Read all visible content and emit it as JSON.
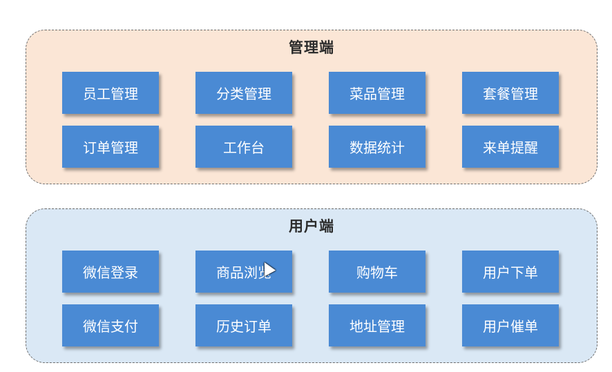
{
  "admin": {
    "title": "管理端",
    "items": [
      "员工管理",
      "分类管理",
      "菜品管理",
      "套餐管理",
      "订单管理",
      "工作台",
      "数据统计",
      "来单提醒"
    ]
  },
  "user": {
    "title": "用户端",
    "items": [
      "微信登录",
      "商品浏览",
      "购物车",
      "用户下单",
      "微信支付",
      "历史订单",
      "地址管理",
      "用户催单"
    ]
  },
  "colors": {
    "admin_panel_bg": "#fbe6d6",
    "user_panel_bg": "#dae8f5",
    "button_bg": "#4a8ad4",
    "button_text": "#ffffff"
  },
  "icons": [
    "mouse-cursor-icon"
  ]
}
